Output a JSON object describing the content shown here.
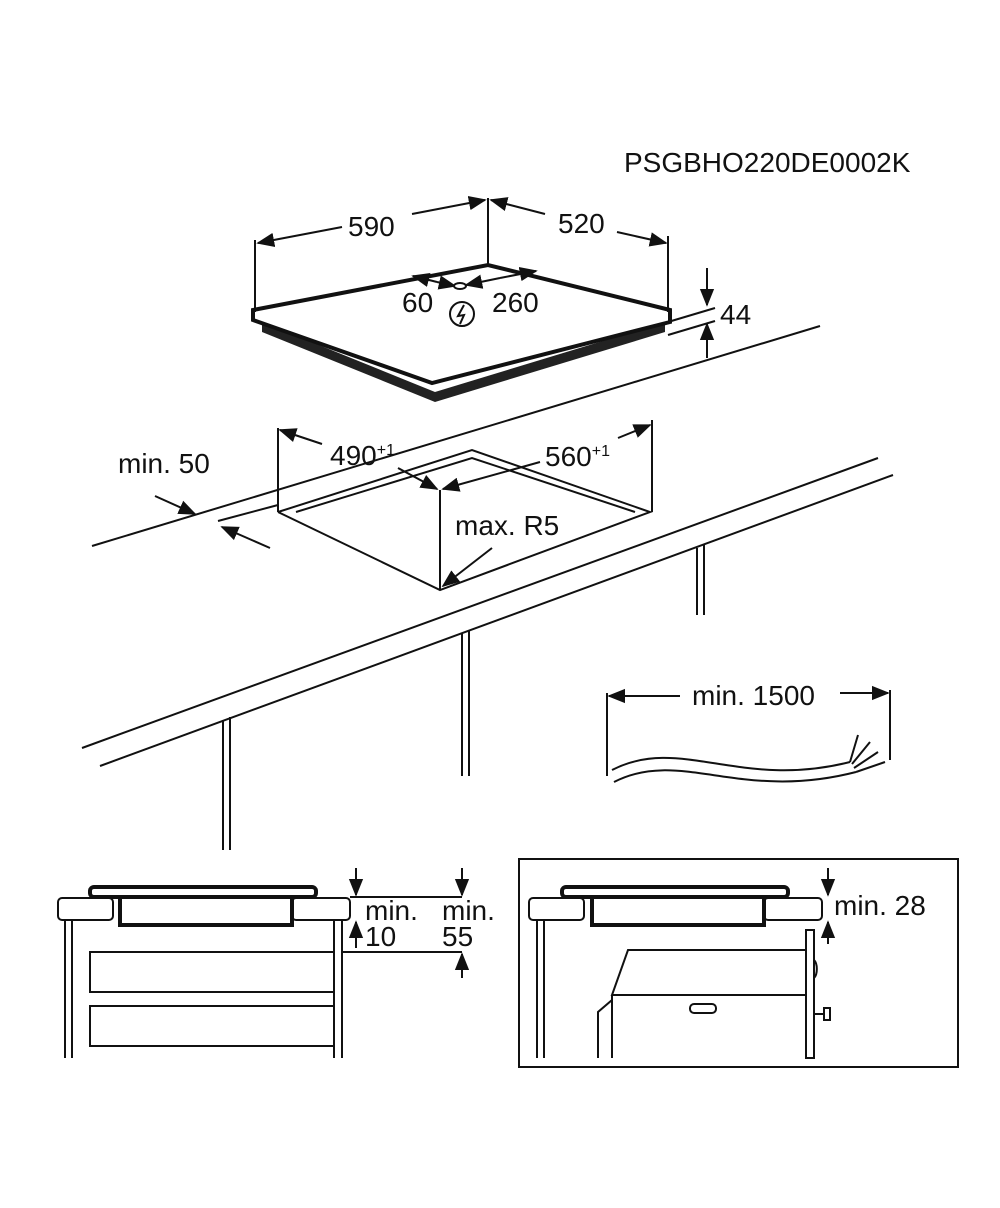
{
  "code": "PSGBHO220DE0002K",
  "hob": {
    "width": "590",
    "depth": "520",
    "conn_left": "60",
    "conn_right": "260",
    "height": "44",
    "icon": "electric-hazard-icon"
  },
  "cutout": {
    "width": "490",
    "width_tol": "+1",
    "depth": "560",
    "depth_tol": "+1",
    "radius": "max. R5",
    "edge_distance": "min. 50"
  },
  "cable": {
    "length": "min. 1500"
  },
  "section_drawers": {
    "gap_label_a": "min.",
    "gap_a": "10",
    "gap_label_b": "min.",
    "gap_b": "55"
  },
  "section_oven": {
    "gap": "min. 28"
  },
  "colors": {
    "ink": "#111111",
    "background": "#ffffff"
  }
}
